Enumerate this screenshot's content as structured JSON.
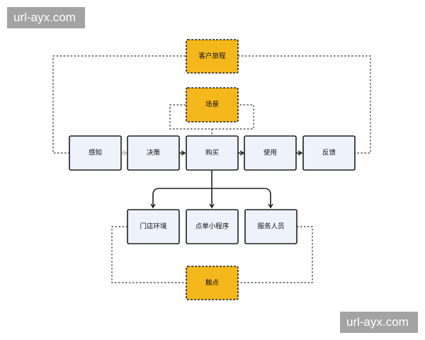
{
  "watermark": {
    "text": "url-ayx.com"
  },
  "nodes": {
    "journey": "客户旅程",
    "scene": "场景",
    "perceive": "感知",
    "decide": "决策",
    "purchase": "购买",
    "use": "使用",
    "feedback": "反馈",
    "store": "门店环境",
    "miniprogram": "点单小程序",
    "staff": "服务人员",
    "touchpoint": "触点"
  },
  "colors": {
    "highlight": "#f5b81c",
    "process": "#eef2fb",
    "stroke": "#1f1f1f",
    "watermark": "#a3a3a3"
  }
}
